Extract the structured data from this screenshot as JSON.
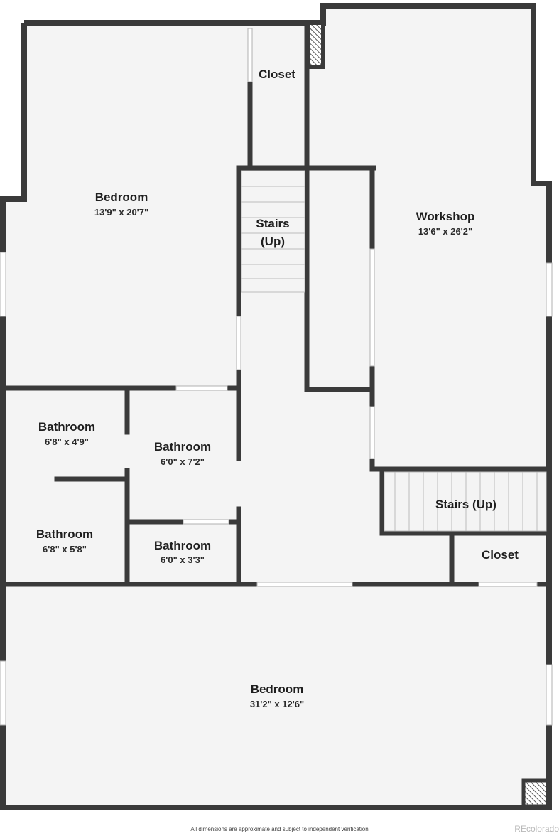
{
  "rooms": {
    "bedroom_upper": {
      "name": "Bedroom",
      "dims": "13'9\" x 20'7\""
    },
    "closet_upper": {
      "name": "Closet"
    },
    "stairs_upper": {
      "name_line1": "Stairs",
      "name_line2": "(Up)"
    },
    "workshop": {
      "name": "Workshop",
      "dims": "13'6\" x 26'2\""
    },
    "bathroom_left_top": {
      "name": "Bathroom",
      "dims": "6'8\" x 4'9\""
    },
    "bathroom_middle": {
      "name": "Bathroom",
      "dims": "6'0\" x 7'2\""
    },
    "bathroom_left_bottom": {
      "name": "Bathroom",
      "dims": "6'8\" x 5'8\""
    },
    "bathroom_small": {
      "name": "Bathroom",
      "dims": "6'0\" x 3'3\""
    },
    "stairs_lower": {
      "name": "Stairs (Up)"
    },
    "closet_lower": {
      "name": "Closet"
    },
    "bedroom_lower": {
      "name": "Bedroom",
      "dims": "31'2\" x 12'6\""
    }
  },
  "footer": {
    "disclaimer": "All dimensions are approximate and subject to independent verification",
    "watermark": "REcolorado"
  },
  "colors": {
    "wall": "#3a3a3a",
    "floor": "#f4f4f4",
    "window": "#ffffff",
    "stair_line": "#bcbcbc"
  }
}
